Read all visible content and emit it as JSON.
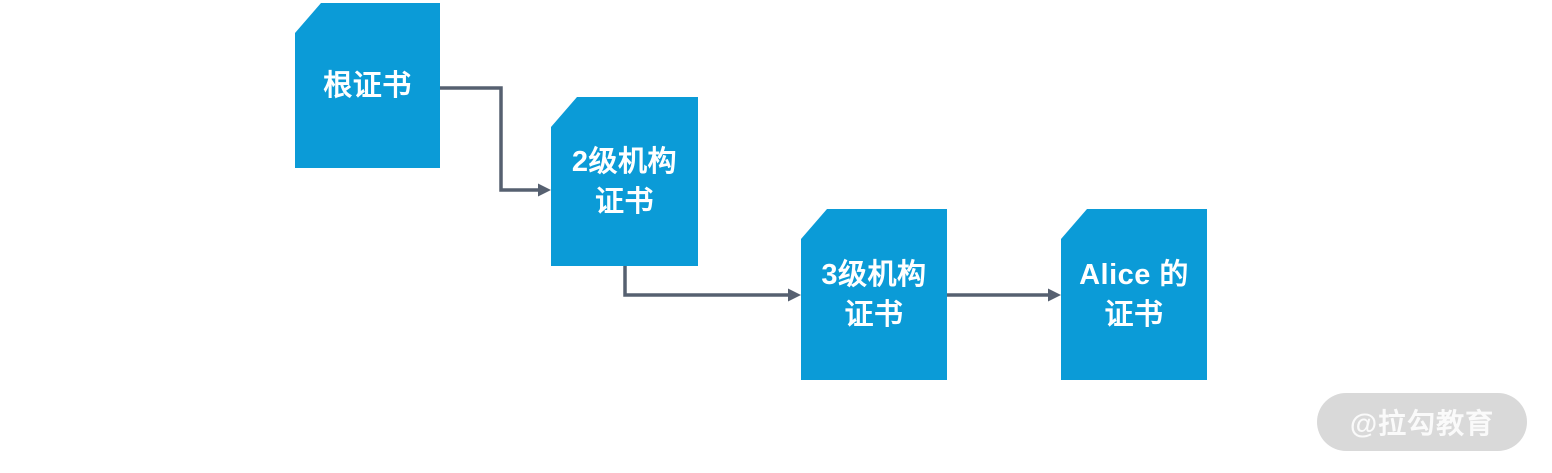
{
  "diagram": {
    "description": "Certificate chain of trust from root certificate to Alice's certificate",
    "nodes": [
      {
        "id": "root-certificate",
        "line1": "根证书",
        "line2": ""
      },
      {
        "id": "level2-certificate",
        "line1": "2级机构",
        "line2": "证书"
      },
      {
        "id": "level3-certificate",
        "line1": "3级机构",
        "line2": "证书"
      },
      {
        "id": "alice-certificate",
        "line1": "Alice 的",
        "line2": "证书"
      }
    ],
    "edges": [
      {
        "from": "root-certificate",
        "to": "level2-certificate"
      },
      {
        "from": "level2-certificate",
        "to": "level3-certificate"
      },
      {
        "from": "level3-certificate",
        "to": "alice-certificate"
      }
    ],
    "colors": {
      "node_fill": "#0b9bd7",
      "node_text": "#ffffff",
      "arrow": "#566070",
      "background": "#ffffff"
    }
  },
  "watermark": {
    "text": "@拉勾教育",
    "bg": "#d9d9d9",
    "text_color": "#ffffff"
  }
}
